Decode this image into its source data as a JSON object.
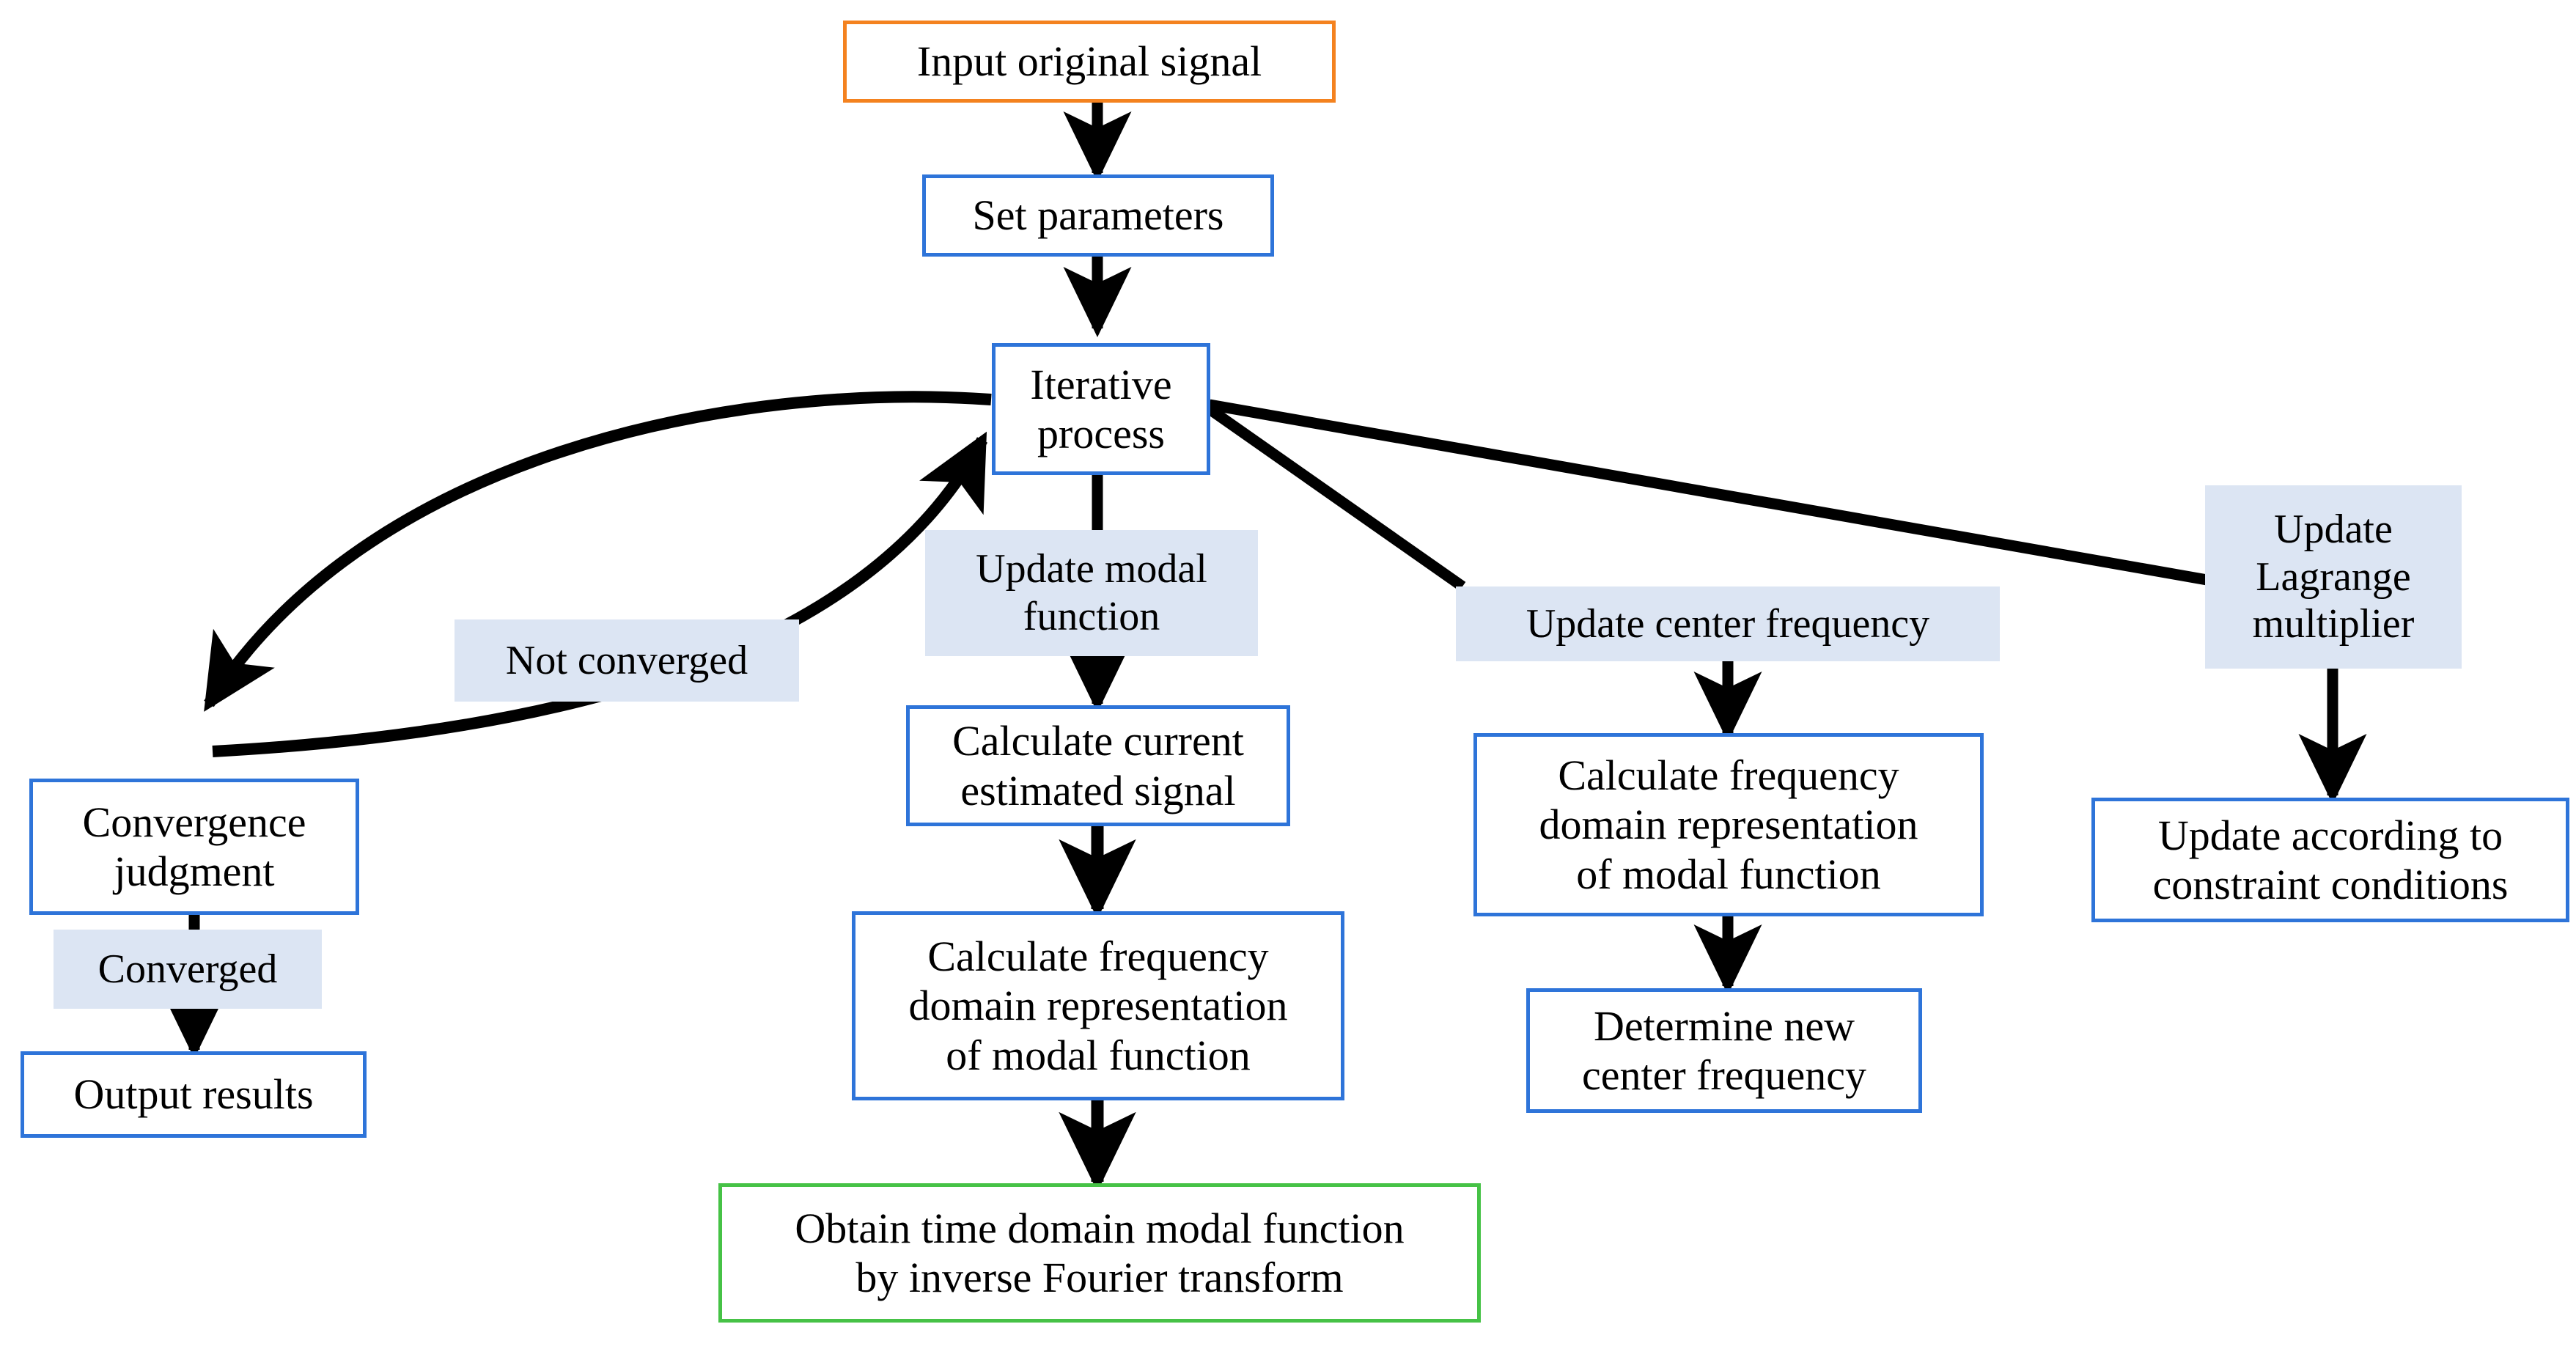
{
  "diagram": {
    "title": "VMD iterative decomposition flowchart",
    "colors": {
      "border_blue": "#2E74D9",
      "border_orange": "#F4821F",
      "border_green": "#46C246",
      "label_fill": "#DCE5F3",
      "arrow": "#000000",
      "background": "#FFFFFF",
      "text": "#000000"
    },
    "nodes": [
      {
        "id": "input-original-signal",
        "text": "Input original signal",
        "shape": "box",
        "border": "orange"
      },
      {
        "id": "set-parameters",
        "text": "Set parameters",
        "shape": "box",
        "border": "blue"
      },
      {
        "id": "iterative-process",
        "text": "Iterative\nprocess",
        "shape": "box",
        "border": "blue"
      },
      {
        "id": "convergence-judgment",
        "text": "Convergence\njudgment",
        "shape": "box",
        "border": "blue"
      },
      {
        "id": "output-results",
        "text": "Output results",
        "shape": "box",
        "border": "blue"
      },
      {
        "id": "calculate-current-estimated-signal",
        "text": "Calculate current\nestimated signal",
        "shape": "box",
        "border": "blue"
      },
      {
        "id": "calculate-freq-domain-modal-mid",
        "text": "Calculate frequency\ndomain representation\nof modal function",
        "shape": "box",
        "border": "blue"
      },
      {
        "id": "obtain-time-domain-modal-function",
        "text": "Obtain time domain modal function\nby inverse Fourier transform",
        "shape": "box",
        "border": "green"
      },
      {
        "id": "calculate-freq-domain-modal-right",
        "text": "Calculate frequency\ndomain representation\nof modal function",
        "shape": "box",
        "border": "blue"
      },
      {
        "id": "determine-new-center-frequency",
        "text": "Determine new\ncenter frequency",
        "shape": "box",
        "border": "blue"
      },
      {
        "id": "update-according-to-constraint",
        "text": "Update according to\nconstraint conditions",
        "shape": "box",
        "border": "blue"
      }
    ],
    "labels": [
      {
        "id": "not-converged",
        "text": "Not converged"
      },
      {
        "id": "converged",
        "text": "Converged"
      },
      {
        "id": "update-modal-function",
        "text": "Update modal\nfunction"
      },
      {
        "id": "update-center-frequency",
        "text": "Update center frequency"
      },
      {
        "id": "update-lagrange-multiplier",
        "text": "Update\nLagrange\nmultiplier"
      }
    ],
    "edges": [
      {
        "from": "input-original-signal",
        "to": "set-parameters",
        "style": "straight-arrow"
      },
      {
        "from": "set-parameters",
        "to": "iterative-process",
        "style": "straight-arrow"
      },
      {
        "from": "iterative-process",
        "to": "update-modal-function",
        "style": "straight-line"
      },
      {
        "from": "update-modal-function",
        "to": "calculate-current-estimated-signal",
        "style": "straight-arrow"
      },
      {
        "from": "calculate-current-estimated-signal",
        "to": "calculate-freq-domain-modal-mid",
        "style": "straight-arrow"
      },
      {
        "from": "calculate-freq-domain-modal-mid",
        "to": "obtain-time-domain-modal-function",
        "style": "straight-arrow"
      },
      {
        "from": "iterative-process",
        "to": "update-center-frequency",
        "style": "diagonal-line"
      },
      {
        "from": "update-center-frequency",
        "to": "calculate-freq-domain-modal-right",
        "style": "straight-arrow"
      },
      {
        "from": "calculate-freq-domain-modal-right",
        "to": "determine-new-center-frequency",
        "style": "straight-arrow"
      },
      {
        "from": "iterative-process",
        "to": "update-lagrange-multiplier",
        "style": "diagonal-line"
      },
      {
        "from": "update-lagrange-multiplier",
        "to": "update-according-to-constraint",
        "style": "straight-arrow"
      },
      {
        "from": "iterative-process",
        "to": "convergence-judgment",
        "style": "curved-arrow",
        "label": null
      },
      {
        "from": "convergence-judgment",
        "to": "iterative-process",
        "style": "curved-arrow",
        "label": "not-converged"
      },
      {
        "from": "convergence-judgment",
        "to": "output-results",
        "style": "straight-arrow",
        "label": "converged"
      }
    ]
  }
}
